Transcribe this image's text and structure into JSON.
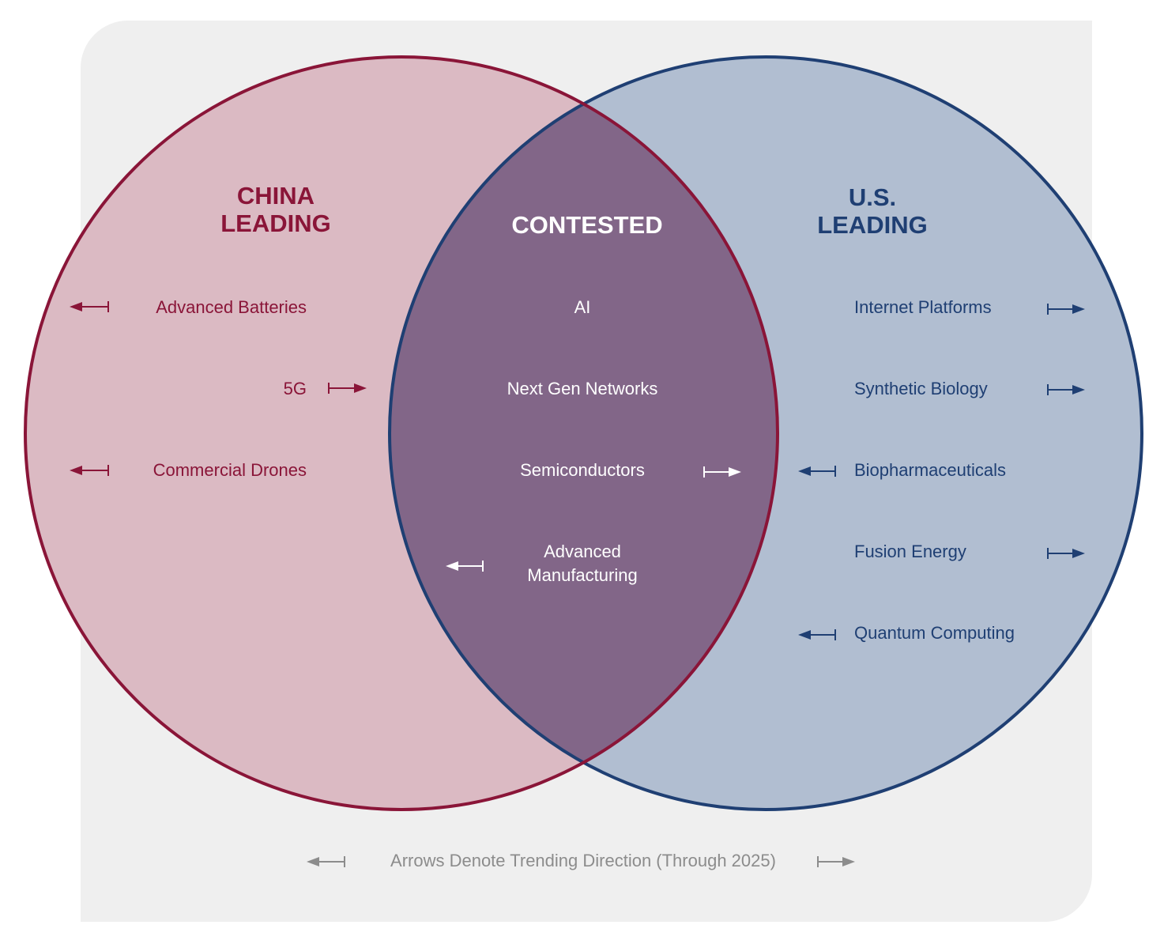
{
  "colors": {
    "china_stroke": "#8a1538",
    "china_fill": "#dbbac3",
    "us_stroke": "#1f3f73",
    "us_fill": "#b1bed1",
    "overlap_fill": "#826688",
    "panel": "#efefef",
    "legend": "#8c8c8c",
    "white": "#ffffff"
  },
  "china": {
    "title_line1": "CHINA",
    "title_line2": "LEADING",
    "items": [
      {
        "label": "Advanced Batteries",
        "arrow": "left"
      },
      {
        "label": "5G",
        "arrow": "right"
      },
      {
        "label": "Commercial Drones",
        "arrow": "left"
      }
    ]
  },
  "contested": {
    "title": "CONTESTED",
    "items": [
      {
        "label": "AI",
        "arrow": "none"
      },
      {
        "label": "Next Gen Networks",
        "arrow": "none"
      },
      {
        "label": "Semiconductors",
        "arrow": "right"
      },
      {
        "label_line1": "Advanced",
        "label_line2": "Manufacturing",
        "arrow": "left"
      }
    ]
  },
  "us": {
    "title_line1": "U.S.",
    "title_line2": "LEADING",
    "items": [
      {
        "label": "Internet Platforms",
        "arrow": "right"
      },
      {
        "label": "Synthetic Biology",
        "arrow": "right"
      },
      {
        "label": "Biopharmaceuticals",
        "arrow": "left"
      },
      {
        "label": "Fusion Energy",
        "arrow": "right"
      },
      {
        "label": "Quantum Computing",
        "arrow": "left"
      }
    ]
  },
  "legend": {
    "text": "Arrows Denote Trending Direction (Through 2025)"
  }
}
